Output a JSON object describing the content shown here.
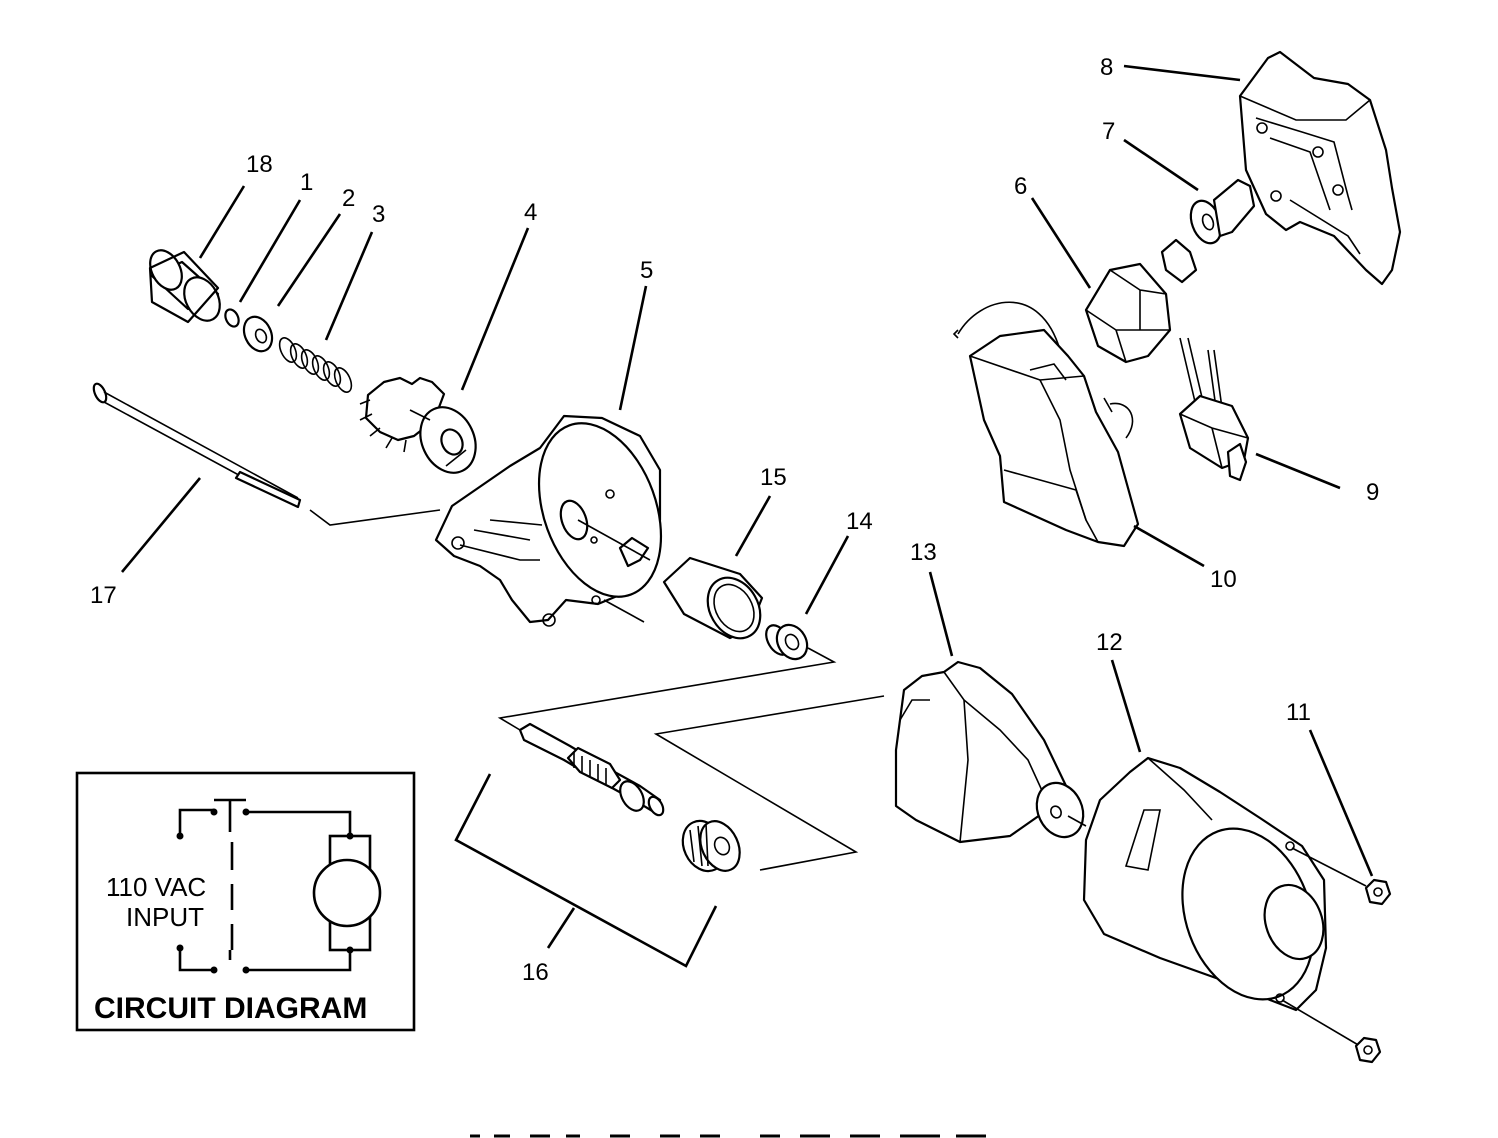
{
  "parts": [
    {
      "id": "1",
      "label": "1"
    },
    {
      "id": "2",
      "label": "2"
    },
    {
      "id": "3",
      "label": "3"
    },
    {
      "id": "4",
      "label": "4"
    },
    {
      "id": "5",
      "label": "5"
    },
    {
      "id": "6",
      "label": "6"
    },
    {
      "id": "7",
      "label": "7"
    },
    {
      "id": "8",
      "label": "8"
    },
    {
      "id": "9",
      "label": "9"
    },
    {
      "id": "10",
      "label": "10"
    },
    {
      "id": "11",
      "label": "11"
    },
    {
      "id": "12",
      "label": "12"
    },
    {
      "id": "13",
      "label": "13"
    },
    {
      "id": "14",
      "label": "14"
    },
    {
      "id": "15",
      "label": "15"
    },
    {
      "id": "16",
      "label": "16"
    },
    {
      "id": "17",
      "label": "17"
    },
    {
      "id": "18",
      "label": "18"
    }
  ],
  "circuit_diagram": {
    "title": "CIRCUIT DIAGRAM",
    "input_line1": "110 VAC",
    "input_line2": "INPUT"
  }
}
